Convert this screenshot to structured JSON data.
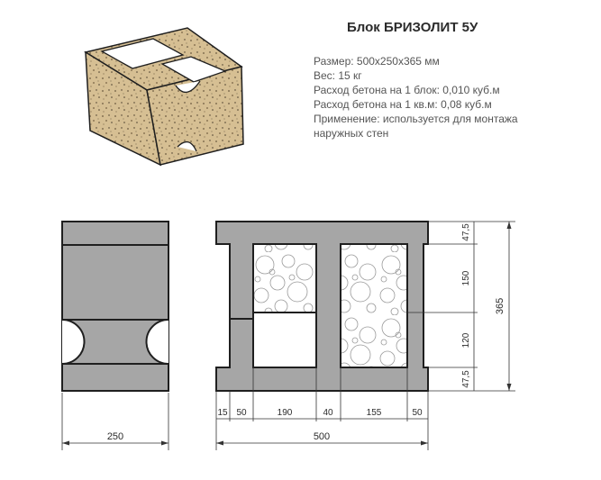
{
  "title": "Блок БРИЗОЛИТ 5У",
  "specs": [
    "Размер: 500х250х365 мм",
    "Вес: 15 кг",
    "Расход бетона на 1 блок: 0,010 куб.м",
    "Расход бетона на 1 кв.м: 0,08 куб.м",
    "Применение: используется для монтажа",
    "наружных стен"
  ],
  "side_view": {
    "width_label": "250"
  },
  "top_view": {
    "bottom_dims": [
      "15",
      "50",
      "190",
      "40",
      "155",
      "50"
    ],
    "total_label": "500",
    "right_dims": [
      "47,5",
      "150",
      "120",
      "47,5"
    ],
    "height_label": "365"
  },
  "colors": {
    "block_fill": "#a6a6a6",
    "outline": "#1f1f1f",
    "iso_fill": "#d9c39a",
    "text": "#2b2b2b"
  }
}
